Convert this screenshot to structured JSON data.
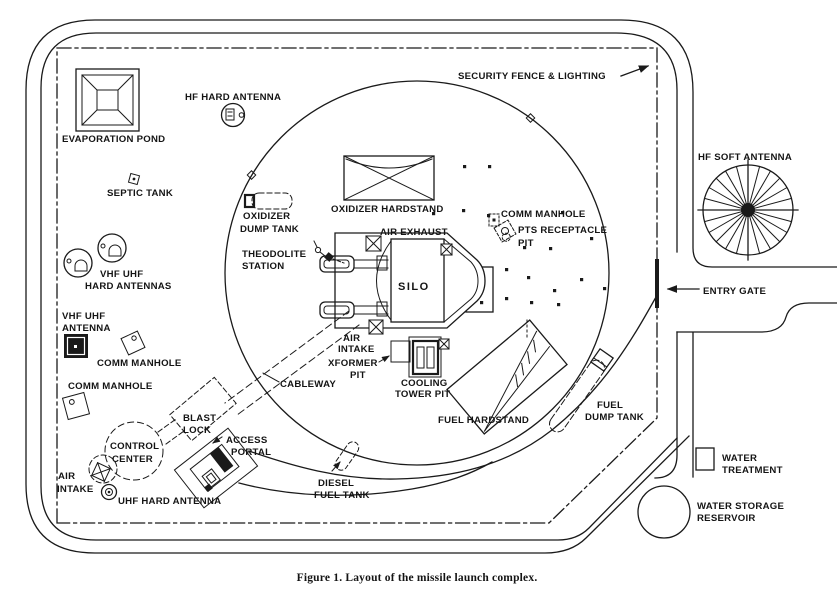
{
  "figure_caption": "Figure 1. Layout of the missile launch complex.",
  "colors": {
    "ink": "#1a1a1a",
    "paper": "#ffffff"
  },
  "labels": {
    "security_fence_lighting": "SECURITY FENCE & LIGHTING",
    "hf_hard_antenna": "HF HARD ANTENNA",
    "evaporation_pond": "EVAPORATION POND",
    "septic_tank": "SEPTIC TANK",
    "oxidizer_dump_tank": [
      "OXIDIZER",
      "DUMP TANK"
    ],
    "oxidizer_hardstand": "OXIDIZER HARDSTAND",
    "comm_manhole_ne": "COMM MANHOLE",
    "pts_receptacle_pit": [
      "PTS RECEPTACLE",
      "PIT"
    ],
    "air_exhaust": "AIR EXHAUST",
    "theodolite_station": [
      "THEODOLITE",
      "STATION"
    ],
    "vhf_uhf_hard_antennas": [
      "VHF UHF",
      "HARD ANTENNAS"
    ],
    "silo": "SILO",
    "hf_soft_antenna": "HF SOFT ANTENNA",
    "entry_gate": "ENTRY GATE",
    "vhf_uhf_antenna": [
      "VHF UHF",
      "ANTENNA"
    ],
    "comm_manhole_west_upper": "COMM MANHOLE",
    "comm_manhole_west_lower": "COMM MANHOLE",
    "air_intake_silo": [
      "AIR",
      "INTAKE"
    ],
    "xformer_pit": [
      "XFORMER",
      "PIT"
    ],
    "cableway": "CABLEWAY",
    "cooling_tower_pit": [
      "COOLING",
      "TOWER PIT"
    ],
    "fuel_hardstand": "FUEL HARDSTAND",
    "fuel_dump_tank": [
      "FUEL",
      "DUMP TANK"
    ],
    "blast_lock": [
      "BLAST",
      "LOCK"
    ],
    "access_portal": [
      "ACCESS",
      "PORTAL"
    ],
    "control_center": [
      "CONTROL",
      "CENTER"
    ],
    "air_intake_cc": [
      "AIR",
      "INTAKE"
    ],
    "uhf_hard_antenna": "UHF HARD ANTENNA",
    "diesel_fuel_tank": [
      "DIESEL",
      "FUEL TANK"
    ],
    "water_treatment": [
      "WATER",
      "TREATMENT"
    ],
    "water_storage_reservoir": [
      "WATER STORAGE",
      "RESERVOIR"
    ]
  }
}
